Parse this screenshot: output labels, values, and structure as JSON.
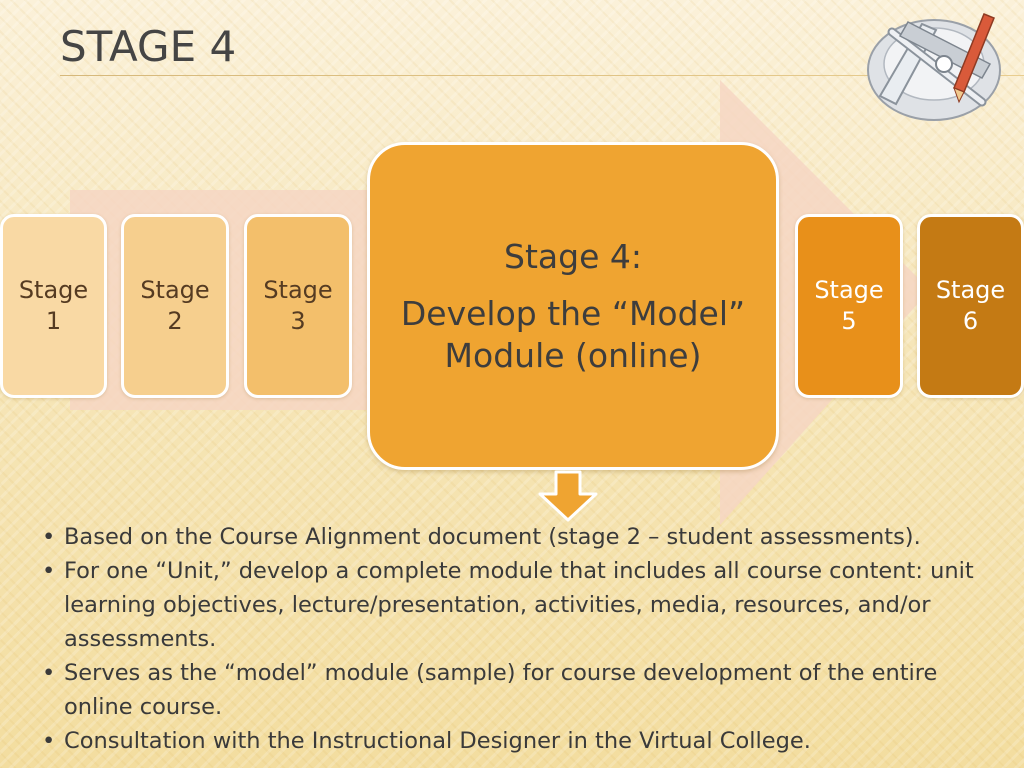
{
  "header": {
    "title": "STAGE 4"
  },
  "logo": {
    "icon": "ruler-pencil-tools-icon"
  },
  "diagram": {
    "stages": [
      {
        "line1": "Stage",
        "line2": "1"
      },
      {
        "line1": "Stage",
        "line2": "2"
      },
      {
        "line1": "Stage",
        "line2": "3"
      },
      {
        "line1": "Stage",
        "line2": "5"
      },
      {
        "line1": "Stage",
        "line2": "6"
      }
    ],
    "current": {
      "heading": "Stage 4:",
      "line1": "Develop the “Model”",
      "line2": "Module (online)"
    },
    "colors": {
      "stage1": "#f9d9a4",
      "stage2": "#f6cf8e",
      "stage3": "#f3bf6b",
      "stage4": "#efa431",
      "stage5": "#e8901a",
      "stage6": "#c47a14",
      "arrow": "#f6d6c3"
    }
  },
  "bullets": [
    {
      "marker": "•",
      "text": "Based on the Course Alignment document (stage 2 – student assessments)."
    },
    {
      "marker": "•",
      "text": "For one “Unit,” develop a complete module that includes all course content: unit learning objectives, lecture/presentation, activities, media, resources, and/or assessments."
    },
    {
      "marker": "•",
      "text": "Serves as the “model” module (sample) for course development of the entire online course."
    },
    {
      "marker": "•",
      "text": "Consultation with the Instructional Designer in the Virtual College."
    }
  ]
}
